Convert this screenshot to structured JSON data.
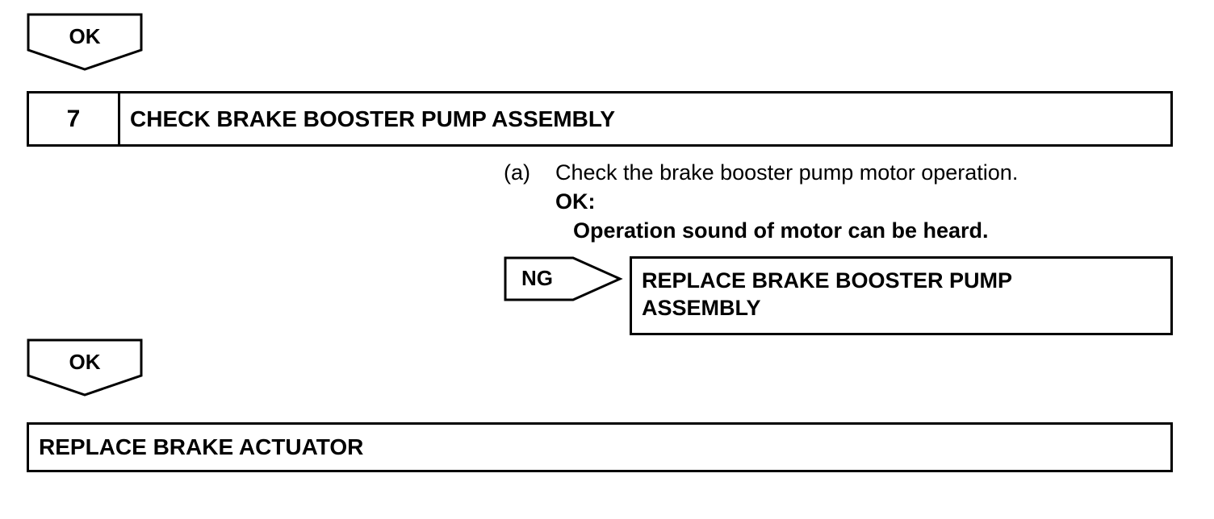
{
  "top_badge": {
    "label": "OK"
  },
  "step": {
    "number": "7",
    "title": "CHECK BRAKE BOOSTER PUMP ASSEMBLY"
  },
  "instruction": {
    "marker": "(a)",
    "text": "Check the brake booster pump motor operation.",
    "ok_label": "OK:",
    "ok_criteria": "Operation sound of motor can be heard."
  },
  "ng_branch": {
    "label": "NG",
    "result_line1": "REPLACE BRAKE BOOSTER PUMP",
    "result_line2": "ASSEMBLY"
  },
  "bottom_badge": {
    "label": "OK"
  },
  "final_action": {
    "text": "REPLACE BRAKE ACTUATOR"
  }
}
